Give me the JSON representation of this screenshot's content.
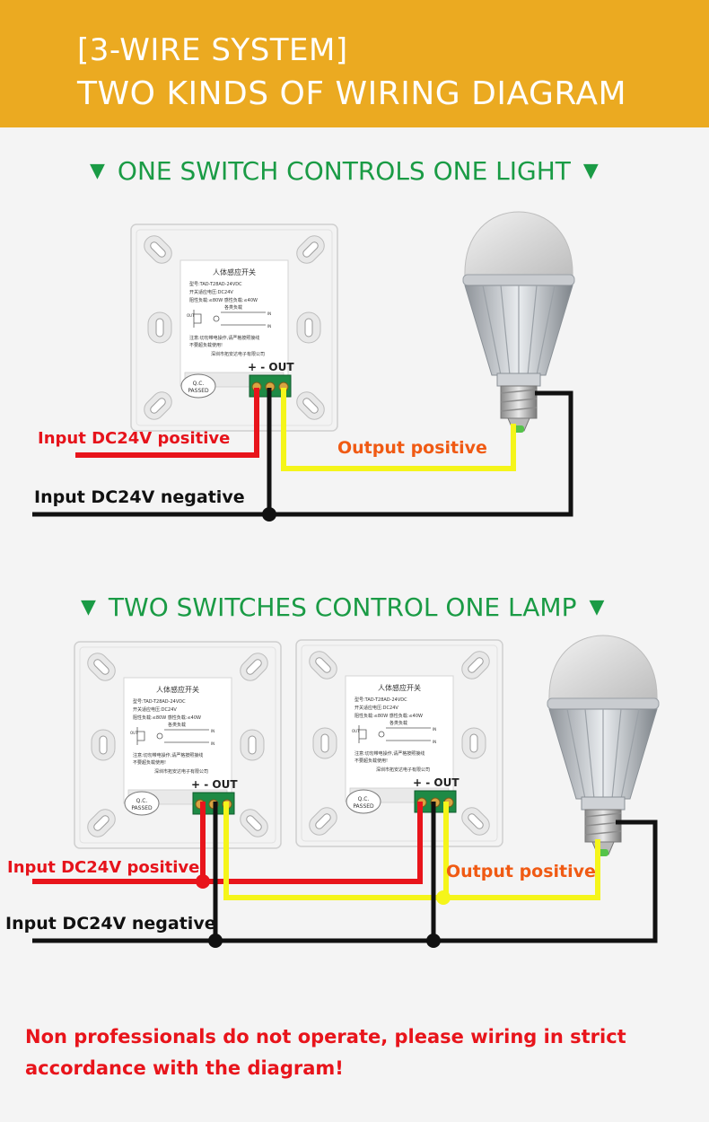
{
  "header": {
    "line1": "[3-WIRE SYSTEM]",
    "line2": "TWO KINDS OF WIRING DIAGRAM"
  },
  "section1": {
    "title": "ONE SWITCH CONTROLS ONE LIGHT",
    "input_positive": "Input DC24V positive",
    "input_negative": "Input DC24V negative",
    "output_positive": "Output positive"
  },
  "section2": {
    "title": "TWO SWITCHES CONTROL ONE LAMP",
    "input_positive": "Input DC24V positive",
    "input_negative": "Input DC24V negative",
    "output_positive": "Output positive"
  },
  "switch": {
    "label_title": "人体感应开关",
    "model": "型号:TAD-T28AD-24VDC",
    "voltage": "开关适应电压:DC24V",
    "load": "阻性负载:≤80W 感性负载:≤40W",
    "load_sub": "各类负载",
    "out_label": "OUT",
    "in_label": "IN",
    "note1": "注意:切勿带电操作,请严格按照接线",
    "note2": "不要超负载使用!",
    "company": "深圳市拓安达电子有限公司",
    "terminal_marks": "+  -  OUT",
    "qc_line1": "Q.C.",
    "qc_line2": "PASSED"
  },
  "warning": {
    "line1": "Non professionals do not operate, please wiring in strict",
    "line2": "accordance with the diagram!"
  },
  "colors": {
    "header_bg": "#ebaa21",
    "title_green": "#1a9b45",
    "wire_red": "#e8141b",
    "wire_yellow": "#f5f51a",
    "wire_black": "#111111",
    "label_orange": "#f05a13"
  }
}
